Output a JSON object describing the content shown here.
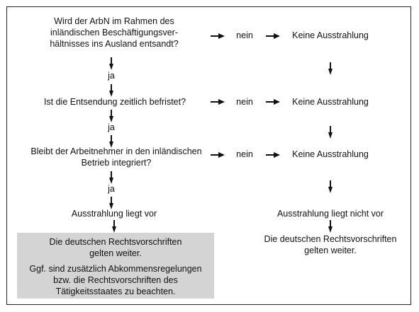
{
  "colors": {
    "border": "#222222",
    "text": "#111111",
    "highlight_box": "#d4d4d4",
    "background": "#ffffff"
  },
  "questions": [
    {
      "lines": [
        "Wird der ArbN im Rahmen des",
        "inländischen Beschäftigungsver-",
        "hältnisses ins Ausland entsandt?"
      ]
    },
    {
      "lines": [
        "Ist die Entsendung zeitlich befristet?"
      ]
    },
    {
      "lines": [
        "Bleibt der Arbeitnehmer in den inländischen",
        "Betrieb integriert?"
      ]
    }
  ],
  "yes_label": "ja",
  "no_label": "nein",
  "no_result": "Keine Ausstrahlung",
  "yes_outcome": {
    "title": "Ausstrahlung liegt vor",
    "box_lines_1": [
      "Die deutschen Rechtsvorschriften",
      "gelten weiter."
    ],
    "box_lines_2": [
      "Ggf. sind zusätzlich Abkommensregelungen",
      "bzw. die Rechtsvorschriften des",
      "Tätigkeitsstaates zu beachten."
    ]
  },
  "no_outcome": {
    "title": "Ausstrahlung liegt nicht vor",
    "lines": [
      "Die deutschen Rechtsvorschriften",
      "gelten weiter."
    ]
  }
}
